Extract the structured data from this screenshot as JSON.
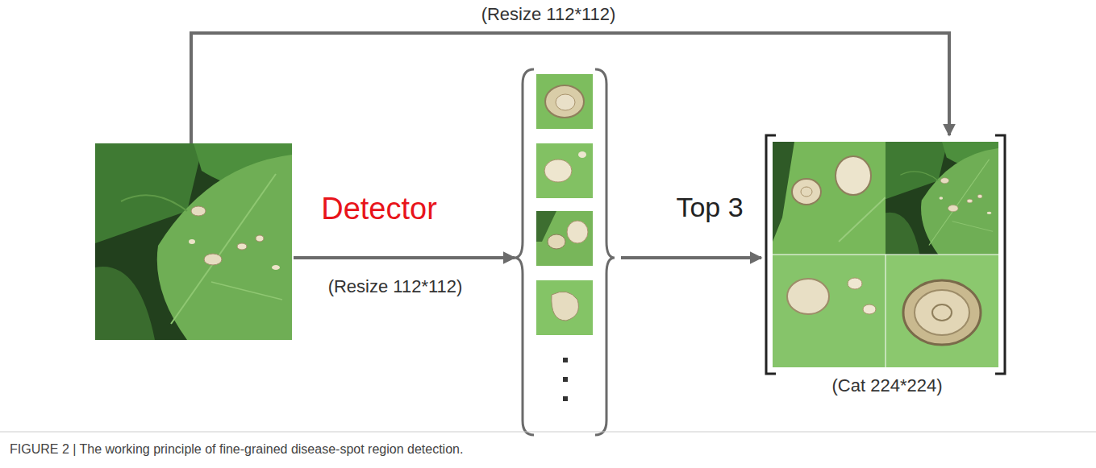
{
  "diagram": {
    "caption": "FIGURE 2 | The working principle of fine-grained disease-spot region detection.",
    "labels": [
      "(Resize 112*112)",
      "Detector",
      "(Resize 112*112)",
      "Top 3",
      "(Cat 224*224)"
    ]
  }
}
